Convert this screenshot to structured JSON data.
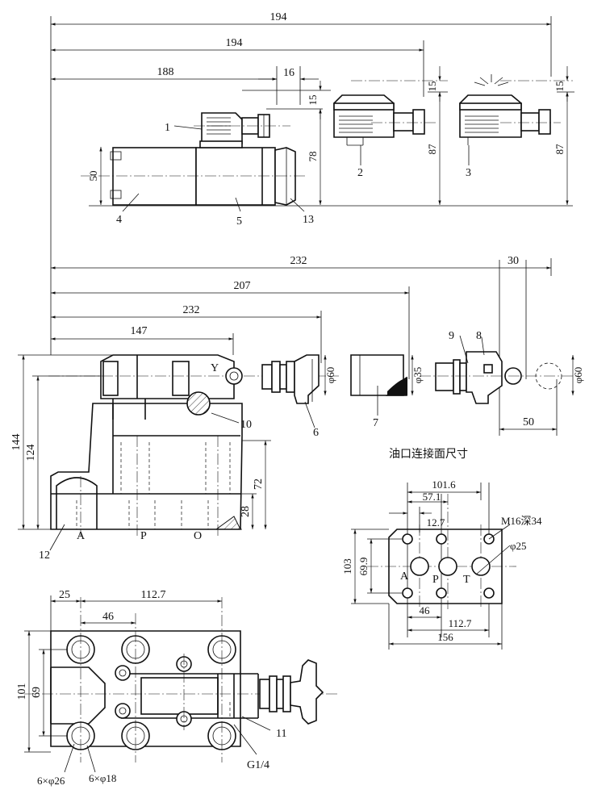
{
  "top_view": {
    "dims": {
      "d194a": "194",
      "d194b": "194",
      "d188": "188",
      "d16": "16",
      "d15a": "15",
      "d15b": "15",
      "d15c": "15",
      "d78": "78",
      "d87a": "87",
      "d87b": "87",
      "d50": "50"
    },
    "callouts": {
      "c1": "1",
      "c2": "2",
      "c3": "3",
      "c4": "4",
      "c5": "5",
      "c13": "13"
    }
  },
  "side_view": {
    "dims": {
      "d232a": "232",
      "d207": "207",
      "d232b": "232",
      "d147": "147",
      "d30": "30",
      "d50": "50",
      "d144": "144",
      "d124": "124",
      "d72": "72",
      "d28": "28",
      "phi60a": "φ60",
      "phi35": "φ35",
      "phi60b": "φ60"
    },
    "labels": {
      "Y": "Y",
      "A": "A",
      "P": "P",
      "O": "O"
    },
    "callouts": {
      "c6": "6",
      "c7": "7",
      "c8": "8",
      "c9": "9",
      "c10": "10",
      "c12": "12"
    }
  },
  "port_face": {
    "title": "油口连接面尺寸",
    "dims": {
      "d101_6": "101.6",
      "d57_1": "57.1",
      "d12_7": "12.7",
      "d103": "103",
      "d69_9": "69.9",
      "d46": "46",
      "d112_7": "112.7",
      "d156": "156"
    },
    "labels": {
      "m16": "M16深34",
      "phi25": "φ25",
      "A": "A",
      "P": "P",
      "T": "T"
    }
  },
  "plan_view": {
    "dims": {
      "d25": "25",
      "d112_7": "112.7",
      "d46": "46",
      "d101": "101",
      "d69": "69"
    },
    "labels": {
      "holes26": "6×φ26",
      "holes18": "6×φ18",
      "g14": "G1/4"
    },
    "callouts": {
      "c11": "11"
    }
  }
}
